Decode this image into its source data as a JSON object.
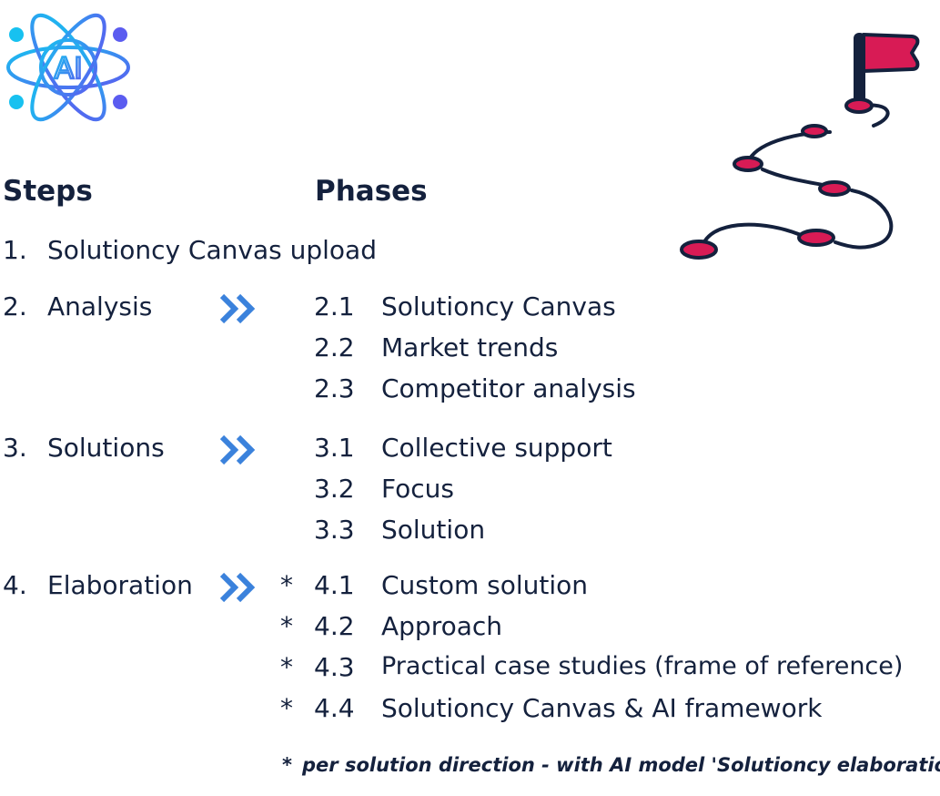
{
  "headings": {
    "steps": "Steps",
    "phases": "Phases"
  },
  "steps": [
    {
      "num": "1.",
      "label": "Solutioncy Canvas upload"
    },
    {
      "num": "2.",
      "label": "Analysis"
    },
    {
      "num": "3.",
      "label": "Solutions"
    },
    {
      "num": "4.",
      "label": "Elaboration"
    }
  ],
  "phases": [
    {
      "num": "2.1",
      "label": "Solutioncy Canvas",
      "marker": ""
    },
    {
      "num": "2.2",
      "label": "Market trends",
      "marker": ""
    },
    {
      "num": "2.3",
      "label": "Competitor analysis",
      "marker": ""
    },
    {
      "num": "3.1",
      "label": "Collective support",
      "marker": ""
    },
    {
      "num": "3.2",
      "label": "Focus",
      "marker": ""
    },
    {
      "num": "3.3",
      "label": "Solution",
      "marker": ""
    },
    {
      "num": "4.1",
      "label": "Custom solution",
      "marker": "*"
    },
    {
      "num": "4.2",
      "label": "Approach",
      "marker": "*"
    },
    {
      "num": "4.3",
      "label": "Practical case studies (frame of reference)",
      "marker": "*"
    },
    {
      "num": "4.4",
      "label": "Solutioncy Canvas & AI framework",
      "marker": "*"
    }
  ],
  "logo": {
    "text": "AI",
    "colors": [
      "#17c1f0",
      "#5b5cf0"
    ]
  },
  "footnote": {
    "marker": "*",
    "text": "per solution direction - with AI model 'Solutioncy elaboration'"
  },
  "icons": {
    "logo": "ai-atom-icon",
    "arrow": "double-chevron-right-icon",
    "roadmap": "roadmap-flag-icon"
  },
  "colors": {
    "text": "#14213d",
    "accent": "#d81b55",
    "chevron": "#3b82dc"
  }
}
